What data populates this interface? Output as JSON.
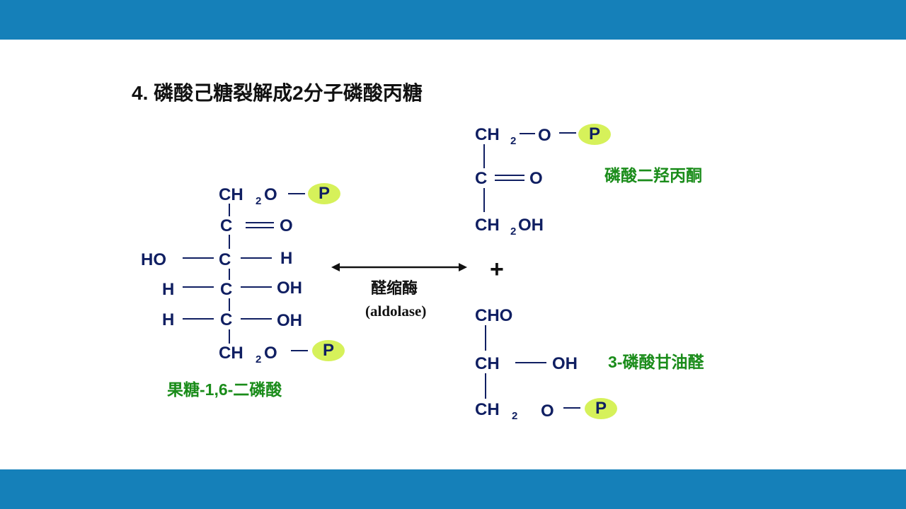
{
  "slide": {
    "title": "4. 磷酸己糖裂解成2分子磷酸丙糖",
    "colors": {
      "band": "#1580b9",
      "structure": "#101f62",
      "label": "#1a8c1a",
      "phosphate": "#d6f15a"
    }
  },
  "atoms": {
    "ch": "CH",
    "c": "C",
    "o": "O",
    "oh": "OH",
    "h": "H",
    "ho": "HO",
    "two": "2",
    "cho": "CHO",
    "two_oh": "2OH",
    "p": "P"
  },
  "labels": {
    "fructose_bisphosphate": "果糖-1,6-二磷酸",
    "dhap": "磷酸二羟丙酮",
    "g3p": "3-磷酸甘油醛",
    "enzyme_cn": "醛缩酶",
    "enzyme_en": "(aldolase)",
    "plus": "+"
  }
}
